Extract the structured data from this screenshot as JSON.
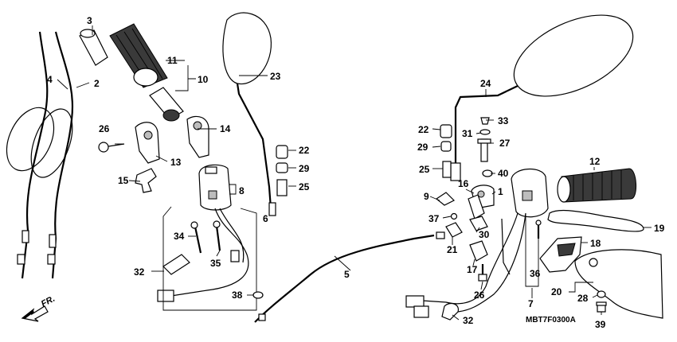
{
  "callouts": [
    {
      "id": "n1",
      "text": "1"
    },
    {
      "id": "n2",
      "text": "2"
    },
    {
      "id": "n3",
      "text": "3"
    },
    {
      "id": "n4",
      "text": "4"
    },
    {
      "id": "n5",
      "text": "5"
    },
    {
      "id": "n6",
      "text": "6"
    },
    {
      "id": "n7",
      "text": "7"
    },
    {
      "id": "n8",
      "text": "8"
    },
    {
      "id": "n9",
      "text": "9"
    },
    {
      "id": "n10",
      "text": "10"
    },
    {
      "id": "n11",
      "text": "11"
    },
    {
      "id": "n12",
      "text": "12"
    },
    {
      "id": "n13",
      "text": "13"
    },
    {
      "id": "n14",
      "text": "14"
    },
    {
      "id": "n15",
      "text": "15"
    },
    {
      "id": "n16",
      "text": "16"
    },
    {
      "id": "n17",
      "text": "17"
    },
    {
      "id": "n18",
      "text": "18"
    },
    {
      "id": "n19",
      "text": "19"
    },
    {
      "id": "n20",
      "text": "20"
    },
    {
      "id": "n21",
      "text": "21"
    },
    {
      "id": "n22a",
      "text": "22"
    },
    {
      "id": "n22b",
      "text": "22"
    },
    {
      "id": "n23",
      "text": "23"
    },
    {
      "id": "n24",
      "text": "24"
    },
    {
      "id": "n25a",
      "text": "25"
    },
    {
      "id": "n25b",
      "text": "25"
    },
    {
      "id": "n26a",
      "text": "26"
    },
    {
      "id": "n26b",
      "text": "26"
    },
    {
      "id": "n27",
      "text": "27"
    },
    {
      "id": "n28",
      "text": "28"
    },
    {
      "id": "n29a",
      "text": "29"
    },
    {
      "id": "n29b",
      "text": "29"
    },
    {
      "id": "n30",
      "text": "30"
    },
    {
      "id": "n31",
      "text": "31"
    },
    {
      "id": "n32a",
      "text": "32"
    },
    {
      "id": "n32b",
      "text": "32"
    },
    {
      "id": "n33",
      "text": "33"
    },
    {
      "id": "n34",
      "text": "34"
    },
    {
      "id": "n35",
      "text": "35"
    },
    {
      "id": "n36",
      "text": "36"
    },
    {
      "id": "n37",
      "text": "37"
    },
    {
      "id": "n38",
      "text": "38"
    },
    {
      "id": "n39",
      "text": "39"
    },
    {
      "id": "n40",
      "text": "40"
    }
  ],
  "direction_label": "FR.",
  "diagram_code": "MBT7F0300A"
}
